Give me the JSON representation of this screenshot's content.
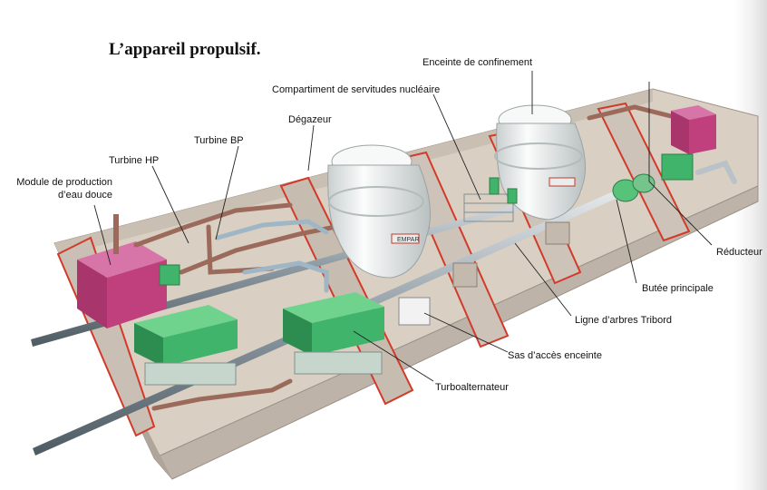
{
  "title": "L’appareil propulsif.",
  "labels": {
    "module_eau_douce": "Module de production\nd’eau douce",
    "turbine_hp": "Turbine HP",
    "turbine_bp": "Turbine BP",
    "degazeur": "Dégazeur",
    "compartiment_servitudes": "Compartiment de servitudes nucléaire",
    "enceinte_confinement": "Enceinte de confinement",
    "reducteur": "Réducteur",
    "butee_principale": "Butée principale",
    "ligne_arbres": "Ligne d’arbres Tribord",
    "sas_acces": "Sas d’accès enceinte",
    "turboalternateur": "Turboalternateur"
  },
  "colors": {
    "hull_floor": "#d9cfc2",
    "hull_wall": "#bdb3a8",
    "cut_edge": "#d23a2a",
    "machinery_green": "#3fb46a",
    "module_magenta": "#c0407e",
    "pipe_brown": "#9b6a5a",
    "reactor_white": "#eef1f1"
  },
  "reactor_marking": "EMPAR"
}
